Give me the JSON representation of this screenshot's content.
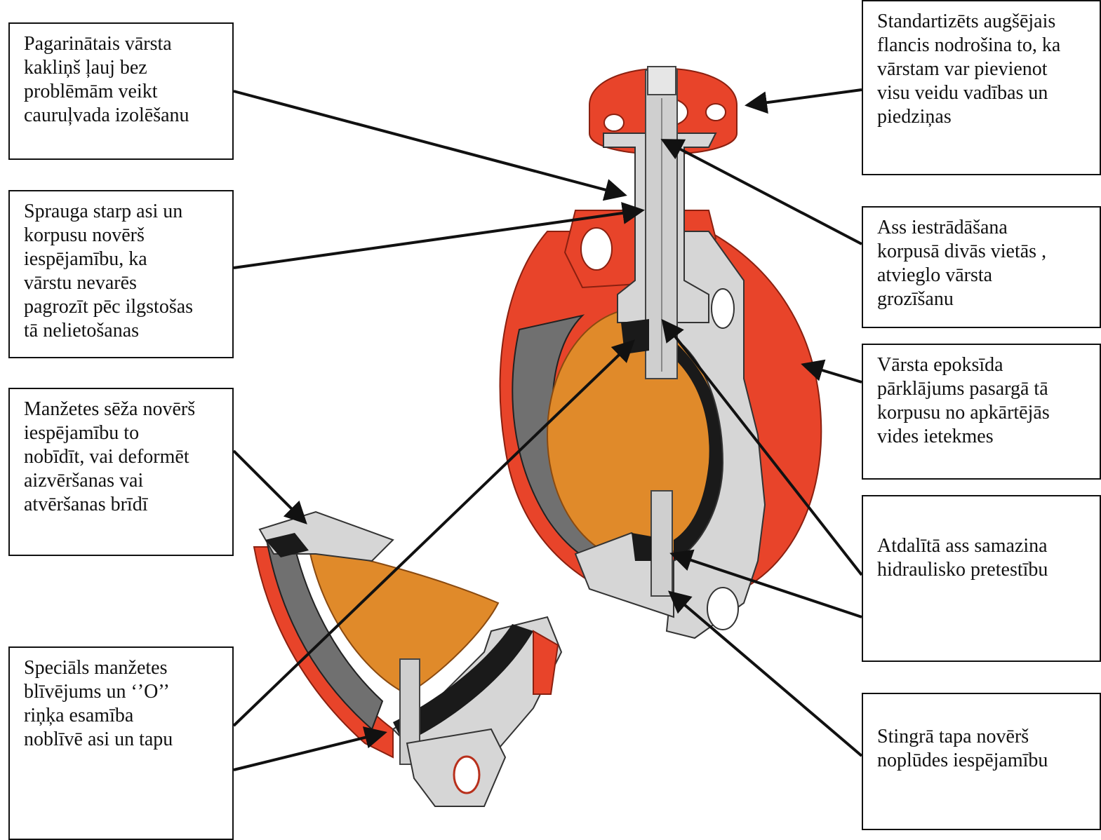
{
  "palette": {
    "body_red": "#e8442a",
    "dark_red": "#b8301c",
    "steel": "#d6d6d6",
    "steel_dark": "#9a9a9a",
    "disc_orange": "#e08a2a",
    "liner_black": "#1a1a1a",
    "liner_grey": "#707070"
  },
  "callouts": {
    "left_1": "Pagarinātais vārsta\nkakliņš ļauj bez\nproblēmām veikt\ncauruļvada izolēšanu",
    "left_2": "Sprauga starp asi un\nkorpusu novērš\niespējamību, ka\nvārstu nevarēs\npagrozīt pēc ilgstošas\ntā nelietošanas",
    "left_3": "Manžetes sēža novērš\niespējamību to\nnobīdīt, vai deformēt\naizvēršanas vai\natvēršanas brīdī",
    "left_4": "Speciāls manžetes\nblīvējums un ‘’O’’\nriņķa esamība\nnoblīvē asi un tapu",
    "right_1": "Standartizēts augšējais\nflancis nodrošina to, ka\nvārstam var pievienot\nvisu veidu vadības un\npiedziņas",
    "right_2": "Ass iestrādāšana\nkorpusā divās vietās ,\natvieglo vārsta\ngrozīšanu",
    "right_3": "Vārsta epoksīda\npārklājums pasargā tā\nkorpusu no apkārtējās\nvides ietekmes",
    "right_4": "Atdalītā ass samazina\nhidraulisko pretestību",
    "right_5": "Stingrā tapa novērš\nnoplūdes iespējamību"
  }
}
